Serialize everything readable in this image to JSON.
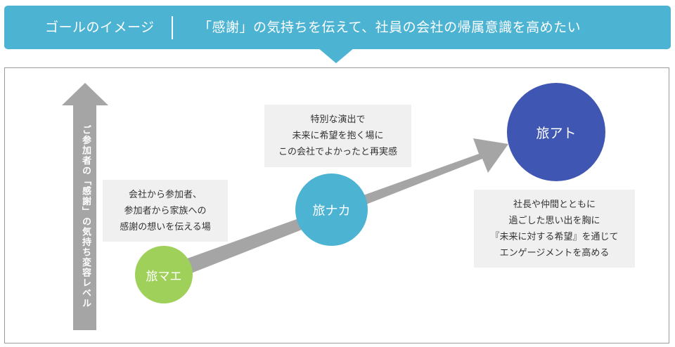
{
  "banner": {
    "label": "ゴールのイメージ",
    "title": "「感謝」の気持ちを伝えて、社員の会社の帰属意識を高めたい"
  },
  "axis_label": "ご参加者の「感謝」の気持ち変容レベル",
  "stages": {
    "mae": "旅マエ",
    "naka": "旅ナカ",
    "ato": "旅アト"
  },
  "notes": {
    "mae": [
      "会社から参加者、",
      "参加者から家族への",
      "感謝の想いを伝える場"
    ],
    "naka": [
      "特別な演出で",
      "未来に希望を抱く場に",
      "この会社でよかったと再実感"
    ],
    "ato": [
      "社長や仲間とともに",
      "過ごした思い出を胸に",
      "『未来に対する希望』を通じて",
      "エンゲージメントを高める"
    ]
  },
  "colors": {
    "banner": "#4db3d3",
    "arrow": "#a5a5a5",
    "mae": "#9fd15a",
    "naka": "#4db3d3",
    "ato": "#3f57b2",
    "note_bg": "#f0f0f0"
  }
}
